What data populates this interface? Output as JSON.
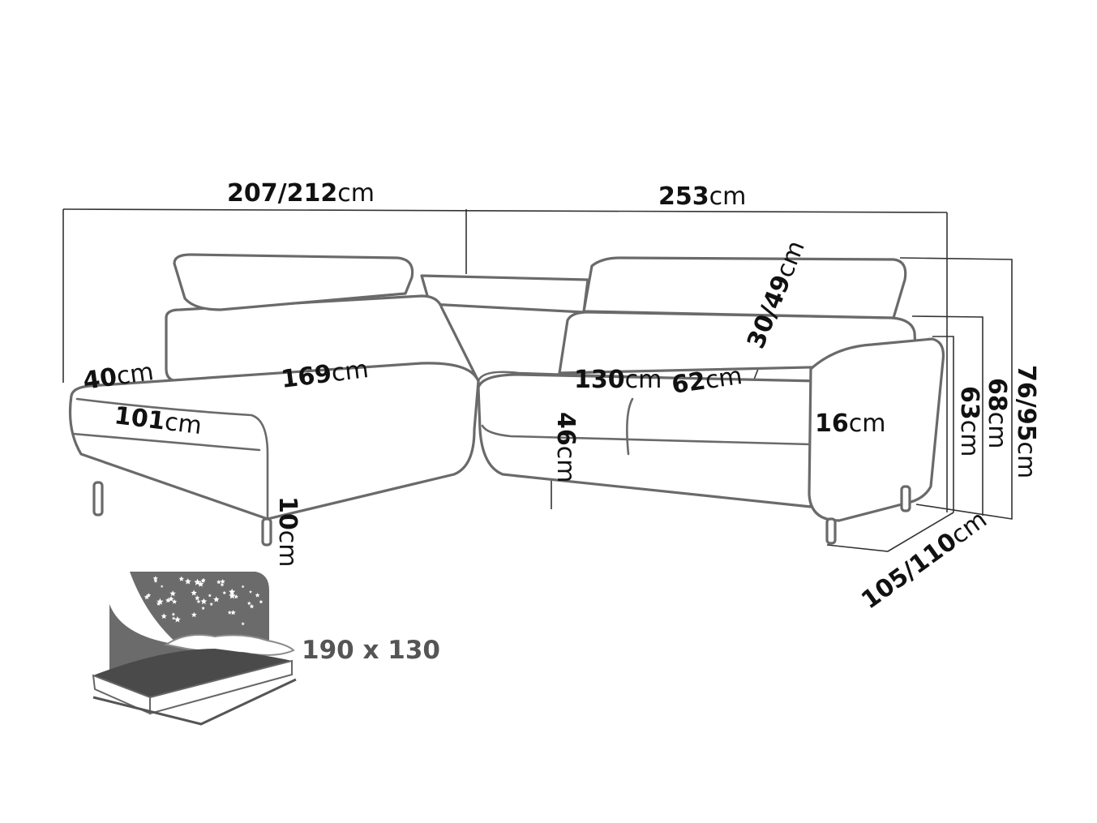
{
  "dimensions": {
    "total_left_width": {
      "value": "207/212",
      "unit": "cm"
    },
    "total_right_width": {
      "value": "253",
      "unit": "cm"
    },
    "armrest_left_width": {
      "value": "40",
      "unit": "cm"
    },
    "chaise_length": {
      "value": "169",
      "unit": "cm"
    },
    "chaise_width": {
      "value": "101",
      "unit": "cm"
    },
    "seat_width": {
      "value": "130",
      "unit": "cm"
    },
    "seat_depth": {
      "value": "62",
      "unit": "cm"
    },
    "headrest_adjust": {
      "value": "30/49",
      "unit": "cm"
    },
    "armrest_right_width": {
      "value": "16",
      "unit": "cm"
    },
    "seat_height": {
      "value": "46",
      "unit": "cm"
    },
    "leg_height": {
      "value": "10",
      "unit": "cm"
    },
    "armrest_height": {
      "value": "63",
      "unit": "cm"
    },
    "back_height": {
      "value": "68",
      "unit": "cm"
    },
    "total_height": {
      "value": "76/95",
      "unit": "cm"
    },
    "depth": {
      "value": "105/110",
      "unit": "cm"
    }
  },
  "bed": {
    "size": "190 x 130"
  },
  "colors": {
    "outline": "#6a6a6a",
    "bed_gray": "#6b6b6b"
  }
}
